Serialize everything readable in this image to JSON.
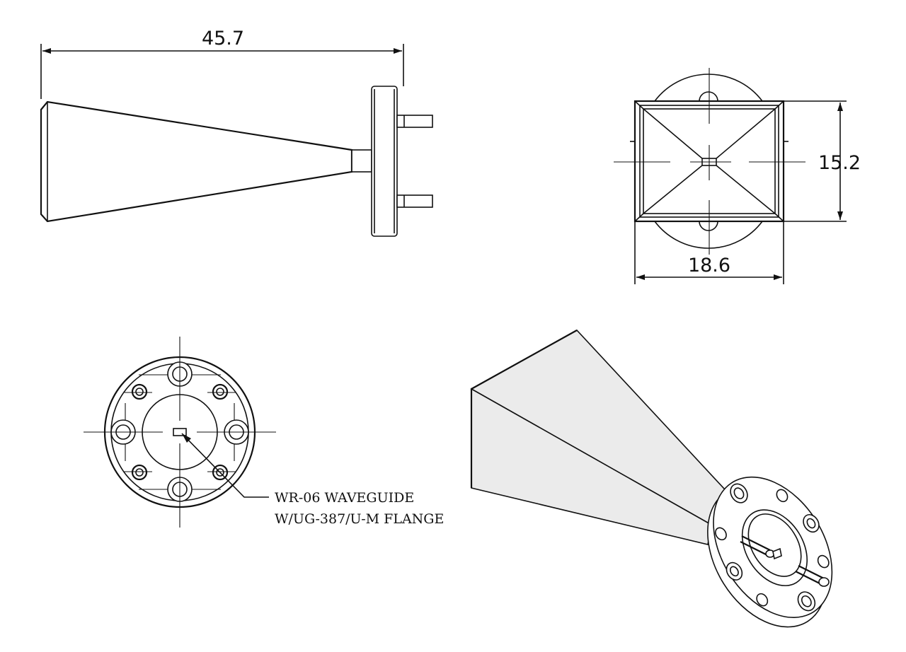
{
  "dimensions": {
    "length": "45.7",
    "height": "15.2",
    "width": "18.6"
  },
  "callout": {
    "line1": "WR-06 WAVEGUIDE",
    "line2": "W/UG-387/U-M FLANGE"
  },
  "colors": {
    "line": "#111111",
    "fill": "#ebebeb",
    "background": "#ffffff"
  }
}
